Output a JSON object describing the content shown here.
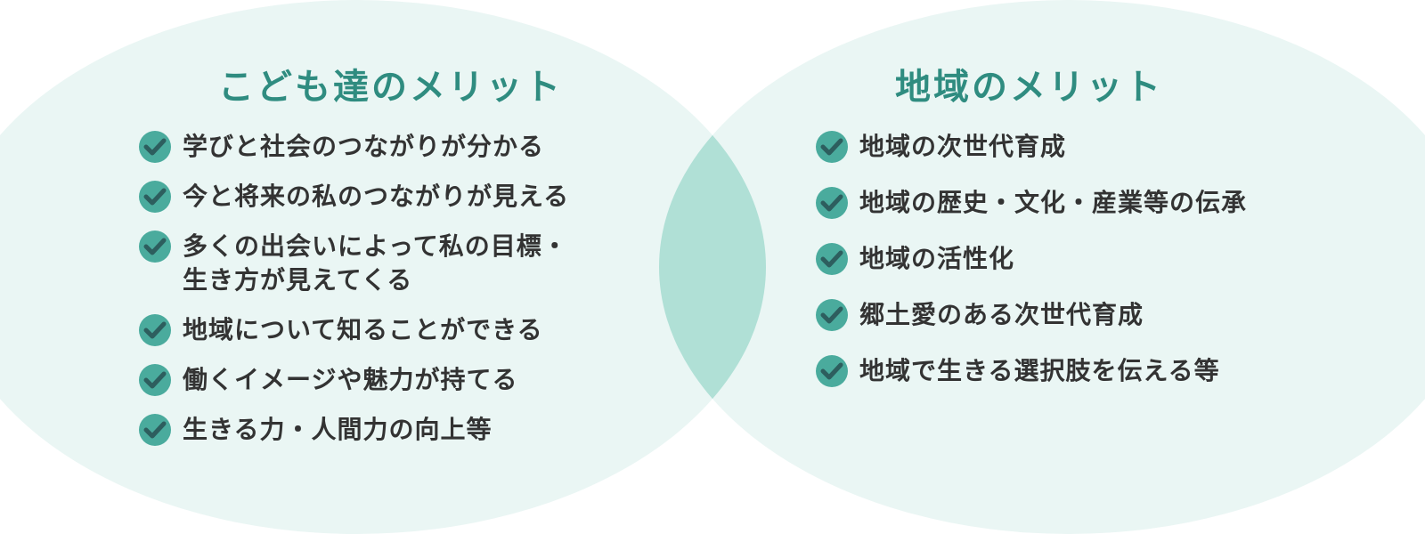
{
  "colors": {
    "circle_fill": "#eaf6f4",
    "overlap_fill": "#b0e0d6",
    "title": "#2f8c80",
    "check_circle": "#4aab9d",
    "check_mark": "#2d5e5e",
    "text": "#333333"
  },
  "left": {
    "title": "こども達のメリット",
    "items": [
      {
        "text": "学びと社会のつながりが分かる"
      },
      {
        "text": "今と将来の私のつながりが見える"
      },
      {
        "text": "多くの出会いによって私の目標・\n生き方が見えてくる"
      },
      {
        "text": "地域について知ることができる"
      },
      {
        "text": "働くイメージや魅力が持てる"
      },
      {
        "text": "生きる力・人間力の向上等"
      }
    ]
  },
  "right": {
    "title": "地域のメリット",
    "items": [
      {
        "text": "地域の次世代育成"
      },
      {
        "text": "地域の歴史・文化・産業等の伝承"
      },
      {
        "text": "地域の活性化"
      },
      {
        "text": "郷土愛のある次世代育成"
      },
      {
        "text": "地域で生きる選択肢を伝える等"
      }
    ]
  },
  "icons": {
    "item_icon": "check-circle-icon"
  }
}
